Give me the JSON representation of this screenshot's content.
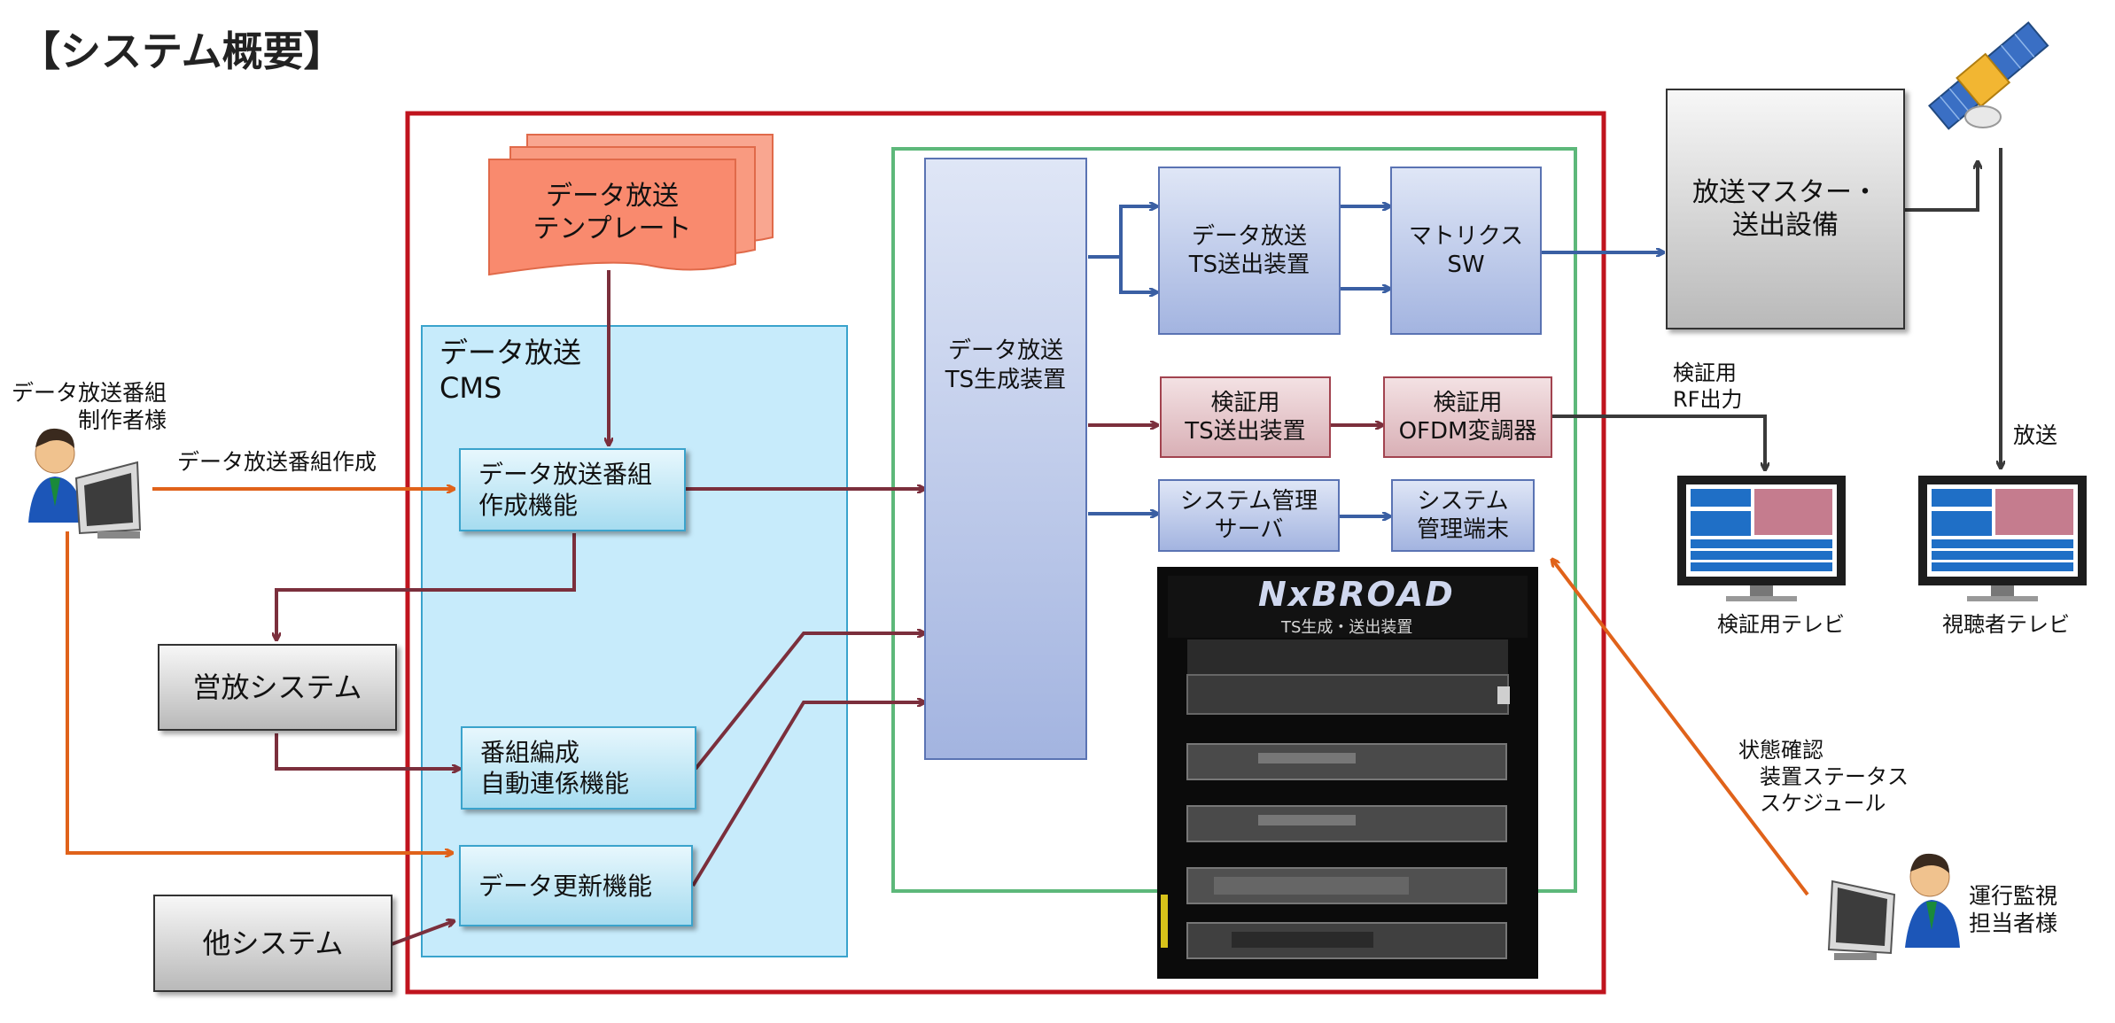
{
  "title": "【システム概要】",
  "template": {
    "line1": "データ放送",
    "line2": "テンプレート"
  },
  "cms": {
    "line1": "データ放送",
    "line2": "CMS"
  },
  "cms_functions": [
    {
      "line1": "データ放送番組",
      "line2": "作成機能"
    },
    {
      "line1": "番組編成",
      "line2": "自動連係機能"
    },
    {
      "line1": "データ更新機能"
    }
  ],
  "ts_generator": {
    "line1": "データ放送",
    "line2": "TS生成装置"
  },
  "ts_sender": {
    "line1": "データ放送",
    "line2": "TS送出装置"
  },
  "matrix_sw": {
    "line1": "マトリクス",
    "line2": "SW"
  },
  "verify_ts_sender": {
    "line1": "検証用",
    "line2": "TS送出装置"
  },
  "ofdm_modulator": {
    "line1": "検証用",
    "line2": "OFDM変調器"
  },
  "sys_server": {
    "line1": "システム管理",
    "line2": "サーバ"
  },
  "sys_terminal": {
    "line1": "システム",
    "line2": "管理端末"
  },
  "broadcast_master": {
    "line1": "放送マスター・",
    "line2": "送出設備"
  },
  "business_system": "営放システム",
  "other_system": "他システム",
  "producer": {
    "line1": "データ放送番組",
    "line2": "制作者様"
  },
  "operator": {
    "line1": "運行監視",
    "line2": "担当者様"
  },
  "edge_labels": {
    "create_program": "データ放送番組作成",
    "verify_rf_1": "検証用",
    "verify_rf_2": "RF出力",
    "broadcast": "放送",
    "status_1": "状態確認",
    "status_2": "装置ステータス",
    "status_3": "スケジュール"
  },
  "tv_verify": "検証用テレビ",
  "tv_viewer": "視聴者テレビ",
  "rack_logo": {
    "brand": "NxBROAD",
    "caption": "TS生成・送出装置"
  },
  "icons": [
    "person-at-computer-icon",
    "satellite-icon",
    "tv-icon",
    "server-rack-photo"
  ],
  "colors": {
    "outer_frame": "#c0141e",
    "inner_frame": "#5db87a",
    "cms_panel": "#c7ebfb",
    "orange_arrow": "#e0621a",
    "maroon_arrow": "#7b2f3c",
    "blue_arrow": "#3a5fa3",
    "gray_arrow": "#3a3a3a",
    "template_fill": "#f98a6e"
  }
}
